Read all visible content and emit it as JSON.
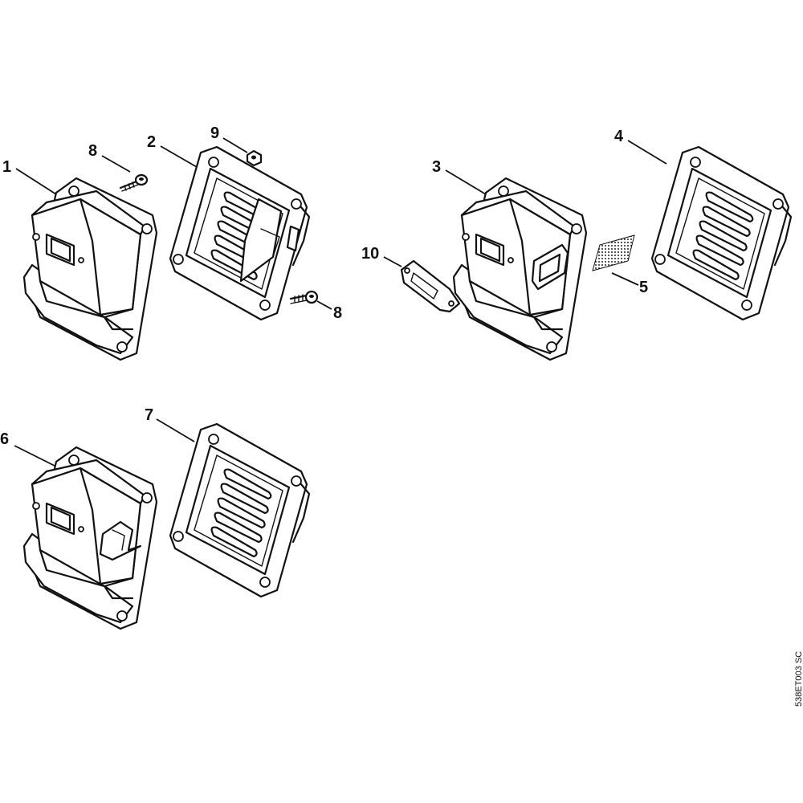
{
  "labels": {
    "l1": "1",
    "l2": "2",
    "l3": "3",
    "l4": "4",
    "l5": "5",
    "l6": "6",
    "l7": "7",
    "l8a": "8",
    "l8b": "8",
    "l9": "9",
    "l10": "10"
  },
  "reference_code": "538ET003 SC"
}
